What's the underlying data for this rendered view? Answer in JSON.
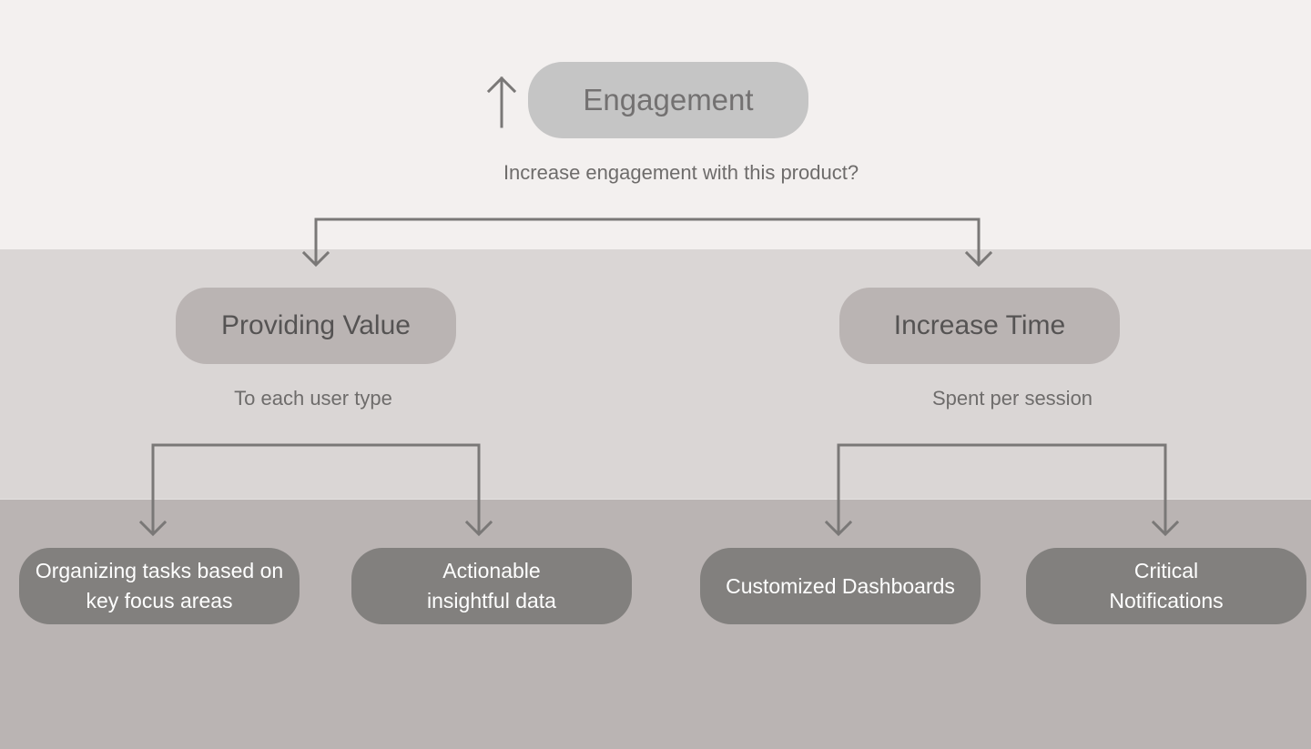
{
  "root": {
    "label": "Engagement",
    "subtitle": "Increase engagement with this product?",
    "direction_icon": "arrow-up-icon"
  },
  "branches": [
    {
      "label": "Providing Value",
      "subtitle": "To each user type",
      "leaves": [
        "Organizing tasks based on key focus areas",
        "Actionable insightful data"
      ]
    },
    {
      "label": "Increase Time",
      "subtitle": "Spent per session",
      "leaves": [
        "Customized Dashboards",
        "Critical Notifications"
      ]
    }
  ],
  "colors": {
    "top_band": "#f3f0ef",
    "mid_band": "#dad6d5",
    "bottom_band": "#bab4b3",
    "connector": "#7a7877"
  }
}
